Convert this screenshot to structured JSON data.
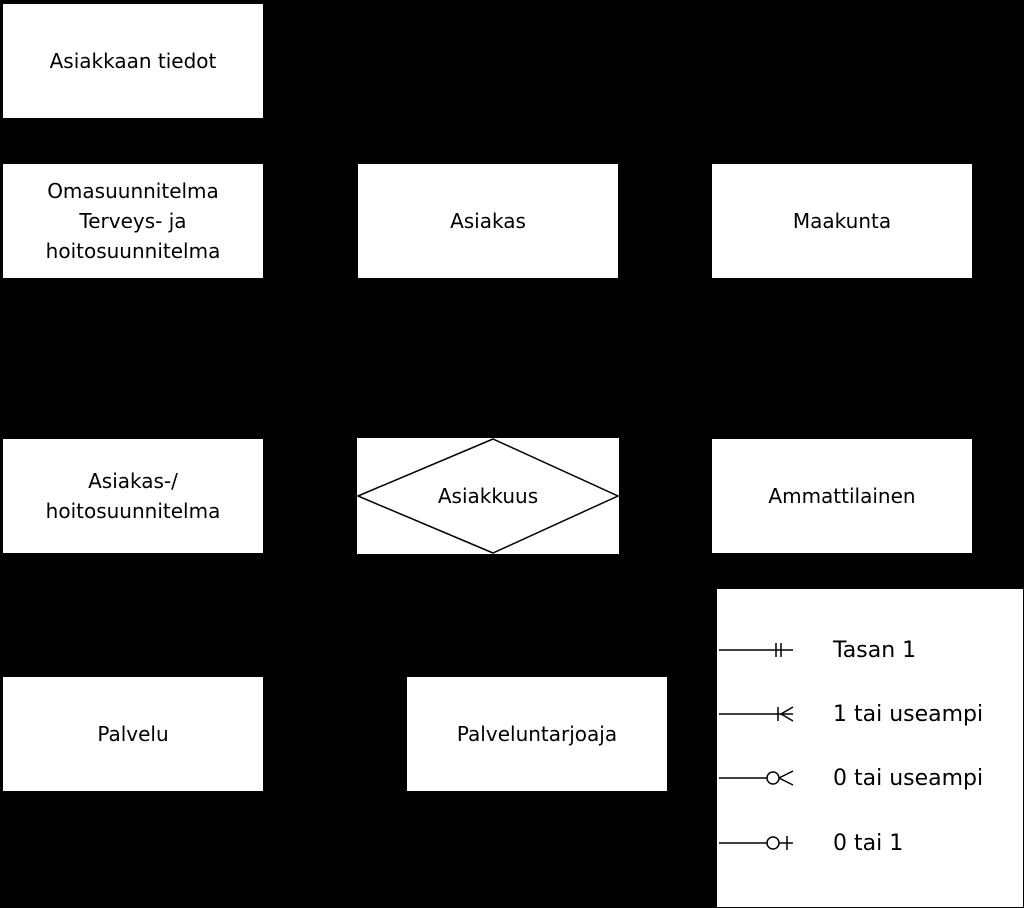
{
  "entities": {
    "asiakkaan_tiedot": {
      "label": "Asiakkaan tiedot"
    },
    "omasuunnitelma": {
      "lines": [
        "Omasuunnitelma",
        "Terveys- ja",
        "hoitosuunnitelma"
      ]
    },
    "asiakas": {
      "label": "Asiakas"
    },
    "maakunta": {
      "label": "Maakunta"
    },
    "hoitosuunnitelma": {
      "lines": [
        "Asiakas-/",
        "hoitosuunnitelma"
      ]
    },
    "ammattilainen": {
      "label": "Ammattilainen"
    },
    "palvelu": {
      "label": "Palvelu"
    },
    "palveluntarjoaja": {
      "label": "Palveluntarjoaja"
    }
  },
  "relationship": {
    "label": "Asiakkuus"
  },
  "legend": {
    "items": [
      {
        "label": "Tasan 1",
        "symbol": "one-and-only-one"
      },
      {
        "label": "1 tai useampi",
        "symbol": "one-or-many"
      },
      {
        "label": "0 tai useampi",
        "symbol": "zero-or-many"
      },
      {
        "label": "0 tai 1",
        "symbol": "zero-or-one"
      }
    ]
  },
  "colors": {
    "background": "#000000",
    "box_fill": "#ffffff",
    "line": "#000000"
  }
}
